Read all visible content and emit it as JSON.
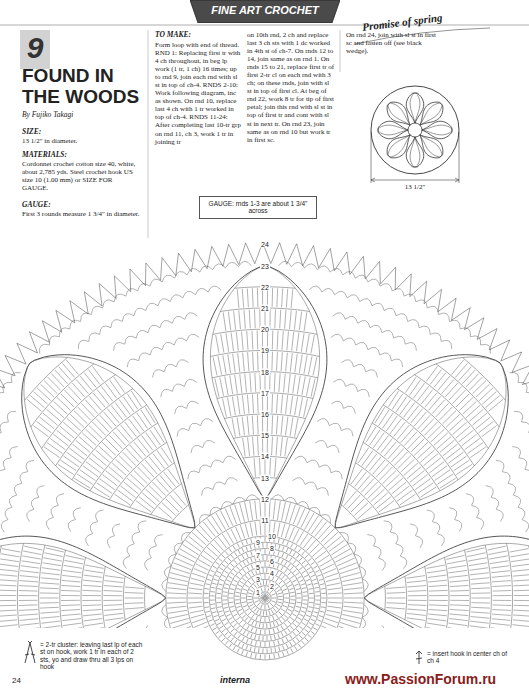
{
  "diagram": {
    "title": "FOUND IN THE WOODS",
    "nodes": [
      {
        "text": [
          "FINE ART CROCHET"
        ]
      },
      {
        "text": [
          "9"
        ]
      },
      {
        "text": [
          "GAUGE: rnds 1-3 are about 1 3/4\" across"
        ]
      }
    ],
    "labels": [
      "Promise of spring",
      "By Fujiko Takagi",
      "SIZE:",
      "13 1/2\" in diameter.",
      "MATERIALS:",
      "Cordonnet crochet cotton size 40, white, about 2,785 yds. Steel crochet hook US size 10 (1.00 mm) or SIZE FOR GAUGE.",
      "GAUGE:",
      "First 3 rounds measure 1 3/4\" in diameter.",
      "TO MAKE:",
      "Form loop with end of thread. RND 1: Replacing first tr with 4 ch throughout, in beg lp work (1 tr, 1 ch) 16 times; up to rnd 9, join each rnd with sl st in top of ch-4. RNDS 2-10: Work following diagram, inc as shown. On rnd 10, replace last 4 ch with 1 tr worked in top of ch-4. RNDS 11-24: After completing last 10-tr grp on rnd 11, ch 3, work 1 tr in joining tr",
      "on 10th rnd, 2 ch and replace last 3 ch sts with 1 dc worked in 4th st of ch-7. On rnds 12 to 14, join same as on rnd 1. On rnds 15 to 21, replace first tr of first 2-tr cl on each rnd with 3 ch; on these rnds, join with sl st in top of first cl. At beg of rnd 22, work 8 tr for tip of first petal; join this rnd with sl st in top of first tr and cont with sl st in next tr. On rnd 23, join same as on rnd 10 but work tr in first sc.",
      "On rnd 24, join with sl st in first sc and fasten off (see black wedge).",
      "13 1/2\"",
      "1",
      "2",
      "3",
      "4",
      "5",
      "6",
      "7",
      "8",
      "9",
      "10",
      "11",
      "12",
      "13",
      "14",
      "15",
      "16",
      "17",
      "18",
      "19",
      "20",
      "21",
      "22",
      "23",
      "24",
      "24",
      "interna",
      "www.PassionForum.ru"
    ],
    "legend": [
      {
        "text": "= 2-tr cluster: leaving last lp of each st on hook, work 1 tr in each of 2 sts, yo and draw thru all 3 lps on hook"
      },
      {
        "text": "= insert hook in center ch of ch 4"
      }
    ]
  }
}
